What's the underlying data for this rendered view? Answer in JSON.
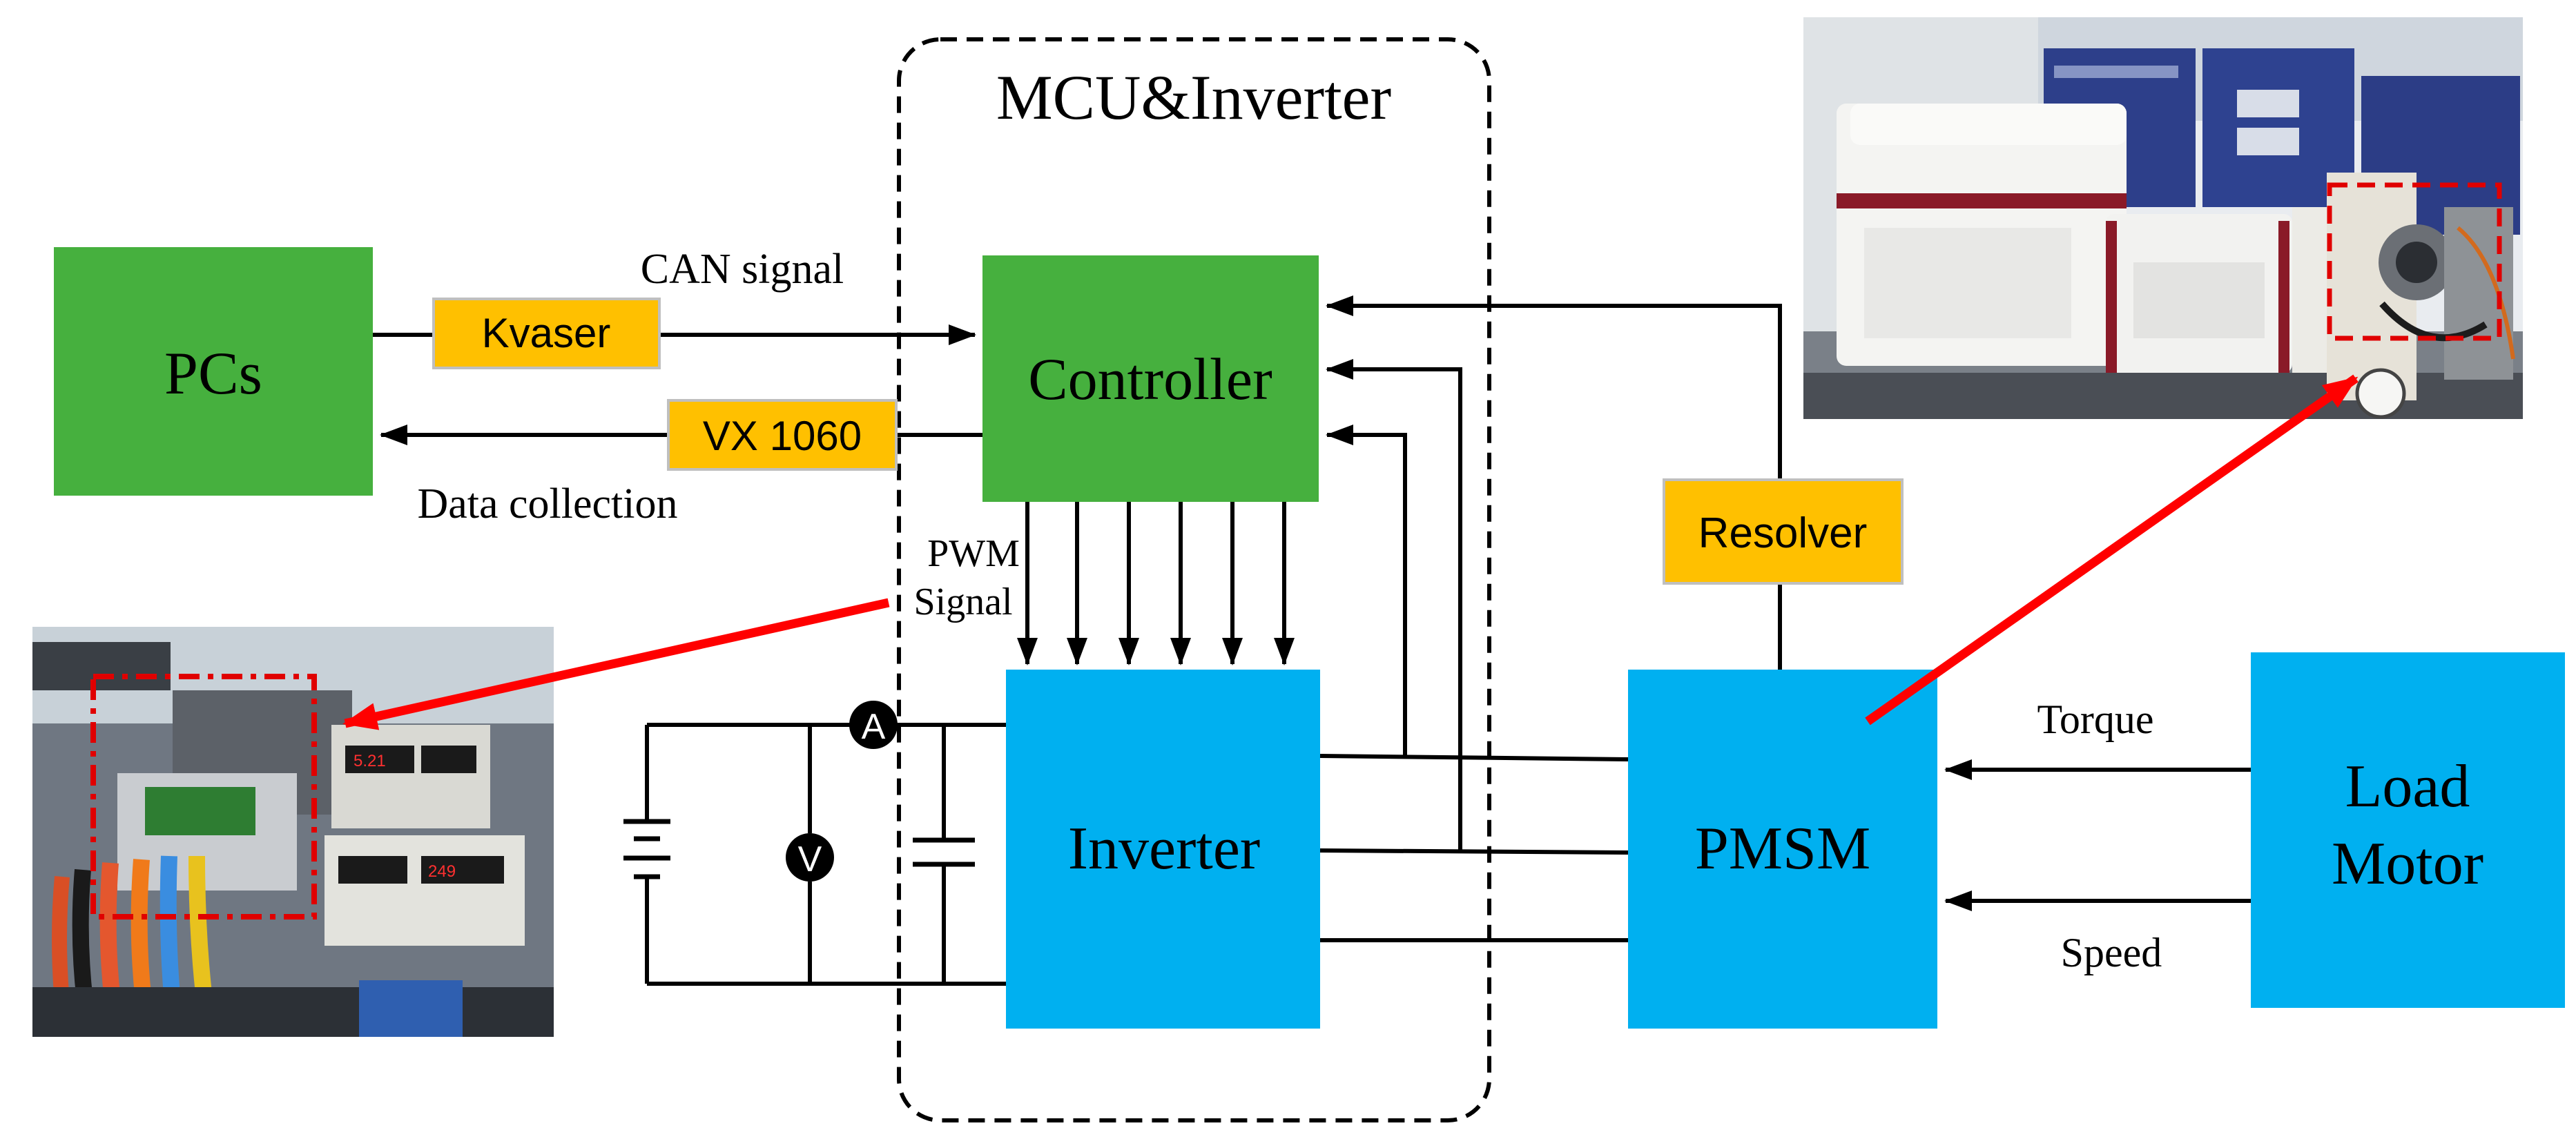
{
  "group": {
    "title": "MCU&Inverter"
  },
  "blocks": {
    "pcs": {
      "label": "PCs",
      "color": "#46b03e"
    },
    "controller": {
      "label": "Controller",
      "color": "#46b03e"
    },
    "inverter": {
      "label": "Inverter",
      "color": "#00b0f0"
    },
    "pmsm": {
      "label": "PMSM",
      "color": "#00b0f0"
    },
    "load_motor": {
      "label_line1": "Load",
      "label_line2": "Motor",
      "color": "#00b0f0"
    }
  },
  "tags": {
    "kvaser": {
      "label": "Kvaser",
      "color": "#ffc000"
    },
    "vx1060": {
      "label": "VX 1060",
      "color": "#ffc000"
    },
    "resolver": {
      "label": "Resolver",
      "color": "#ffc000"
    }
  },
  "labels": {
    "can_signal": "CAN signal",
    "data_collection": "Data collection",
    "pwm_line1": "PWM",
    "pwm_line2": "Signal",
    "torque": "Torque",
    "speed": "Speed"
  },
  "meters": {
    "ammeter": "A",
    "voltmeter": "V"
  },
  "photos": {
    "bench": {
      "name": "test-bench-photo"
    },
    "inverter": {
      "name": "inverter-bench-photo"
    }
  },
  "accent": {
    "arrow": "#ff0000",
    "highlight": "#e00000"
  }
}
